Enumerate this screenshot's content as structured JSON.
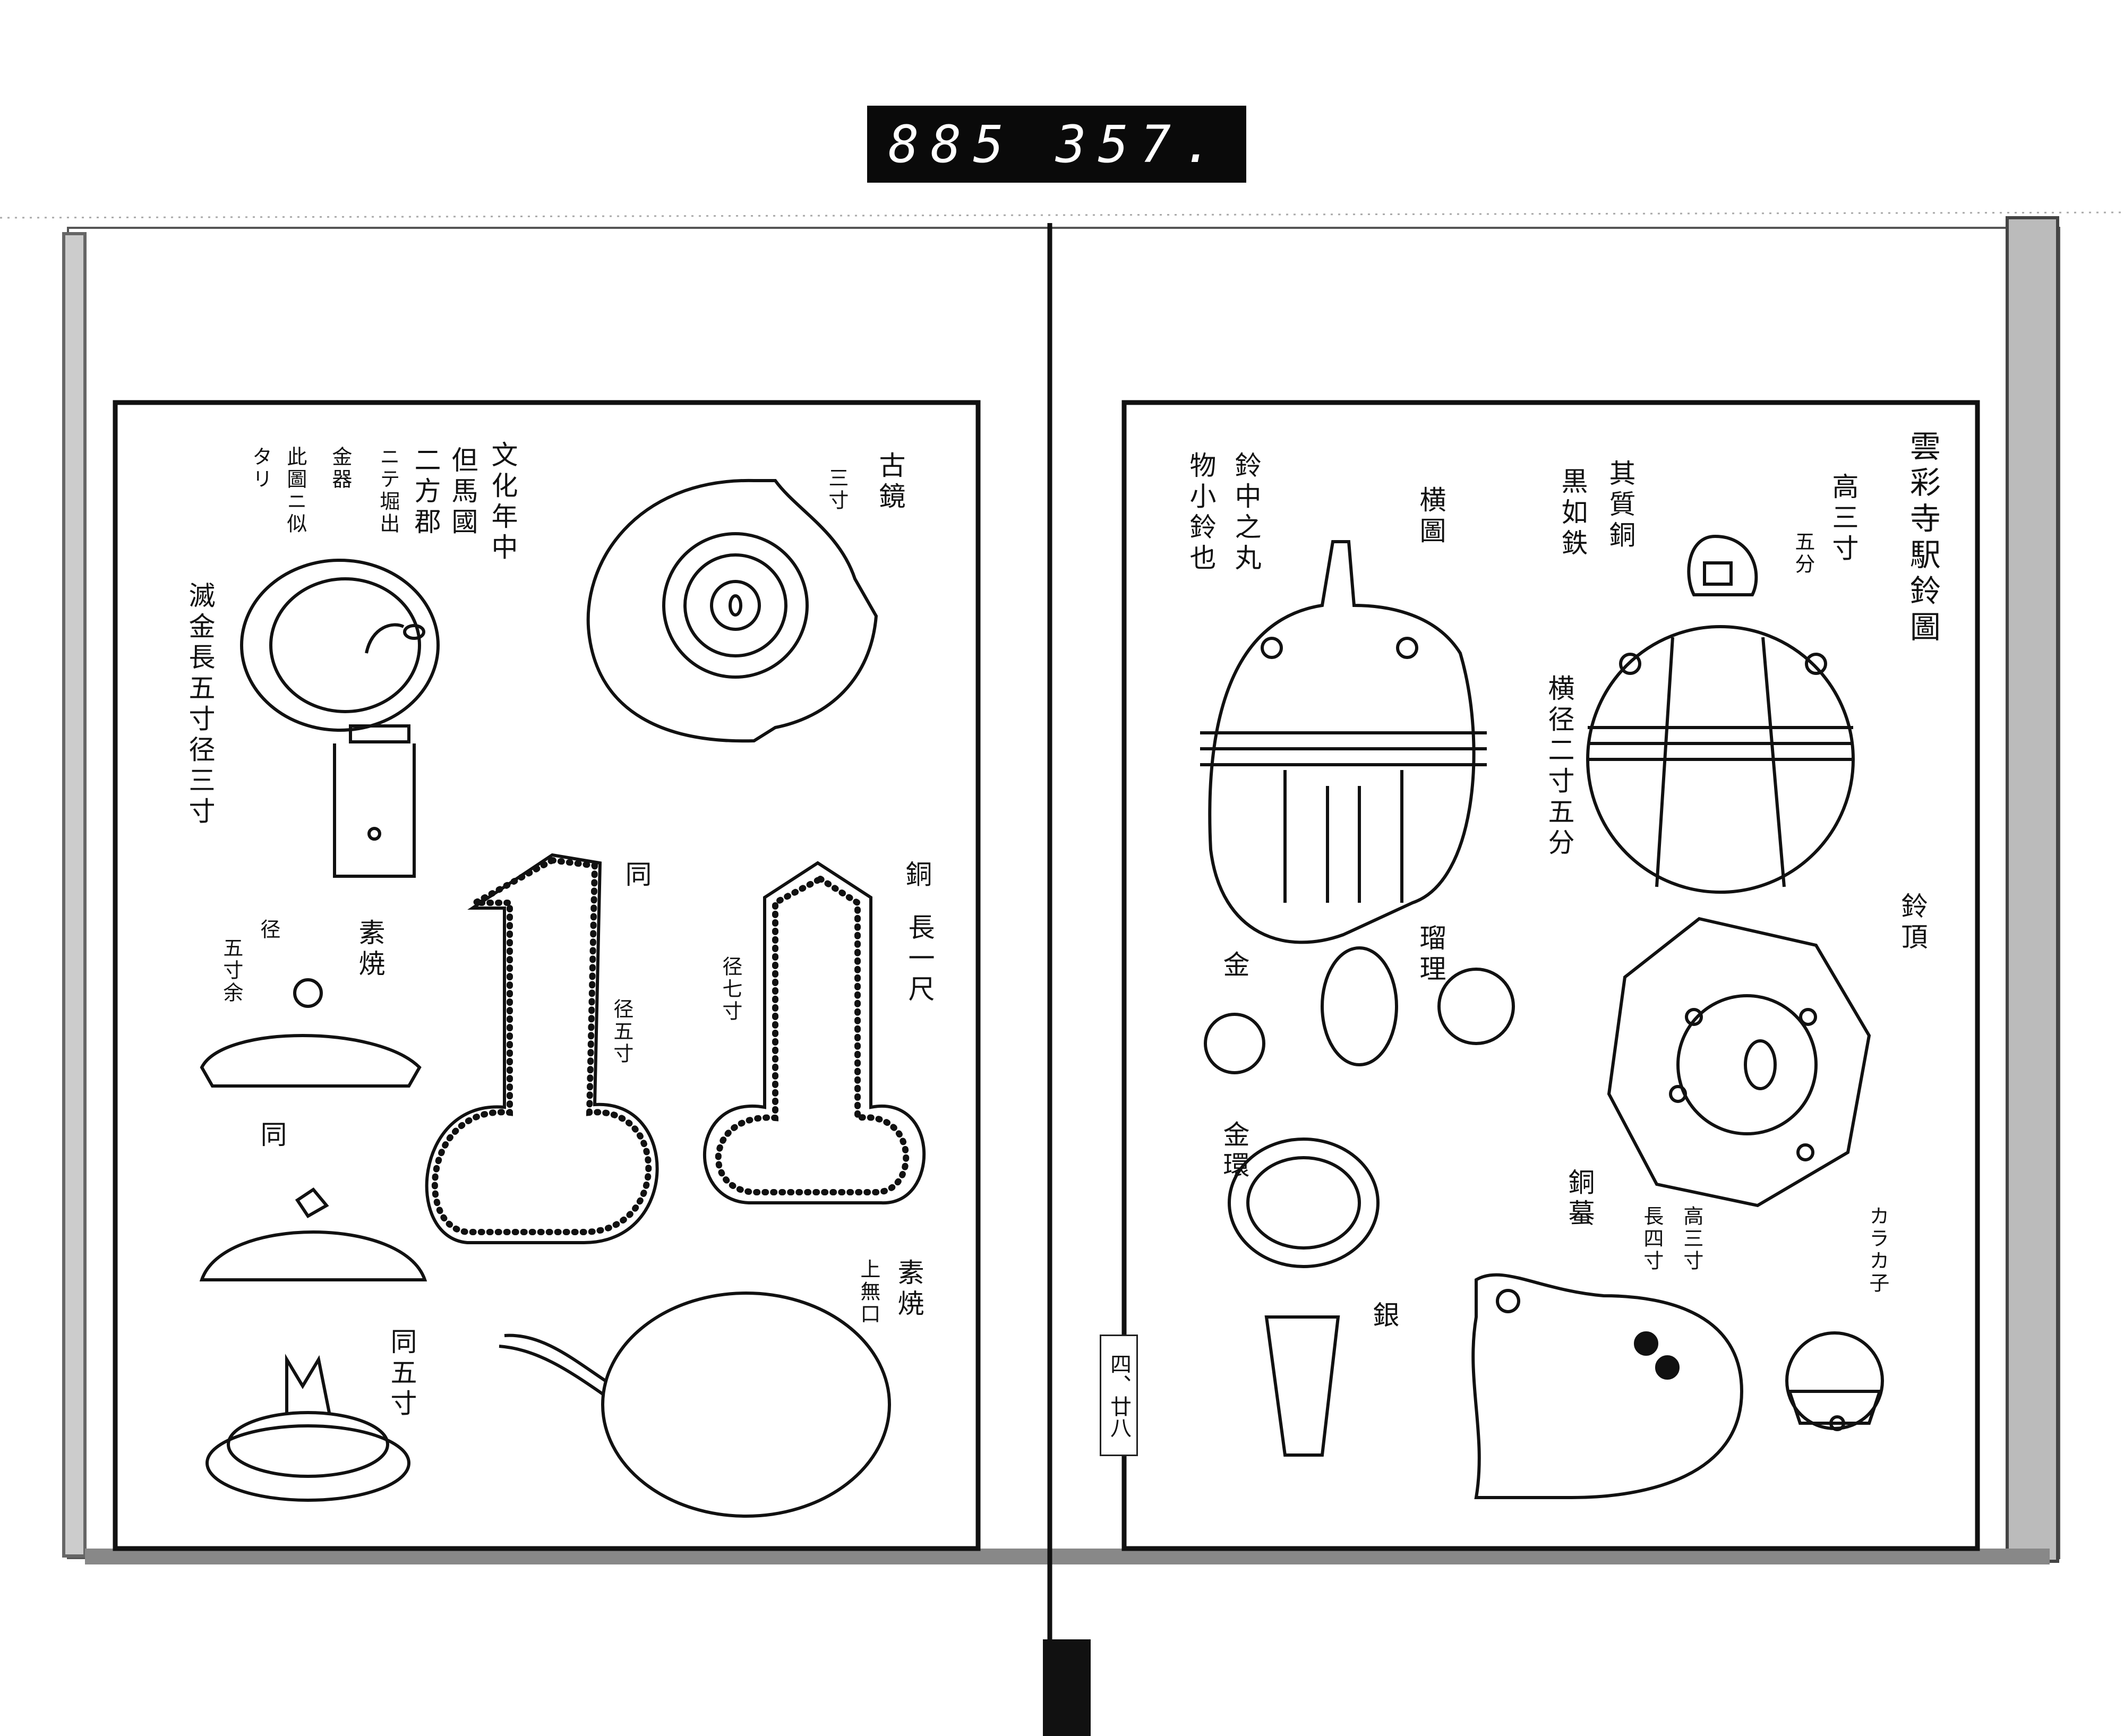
{
  "archive_label": {
    "left": "885",
    "right": "357."
  },
  "page_number": "四、廿八",
  "left_page": {
    "note": [
      "文化年中",
      "但馬國",
      "二方郡",
      "ニテ堀出",
      "金器",
      "此圖ニ似",
      "タリ"
    ],
    "mirror_title": "古鏡",
    "mirror_size": "三寸",
    "gilt_mirror": "滅金長五寸径三寸",
    "copper_label": "銅",
    "copper_length": "長一尺",
    "copper_diameter": "径七寸",
    "same_label_1": "同",
    "same_diameter": "径五寸",
    "lid_material": "素焼",
    "lid_diameter_label": "径",
    "lid_diameter": "五寸余",
    "same_label_2": "同",
    "same_five": "同五寸",
    "vessel_material": "素焼",
    "vessel_note": "上無口"
  },
  "right_page": {
    "title": "雲彩寺駅鈴圖",
    "bell_height": "高三寸",
    "bell_height_fraction": "五分",
    "material_1": "其質銅",
    "material_2": "黒如鉄",
    "side_view": "横圖",
    "inner_note_1": "鈴中之丸",
    "inner_note_2": "物小鈴也",
    "bell_width": "横径二寸五分",
    "bell_top": "鈴頂",
    "lapis": "瑠理",
    "gold": "金",
    "gold_ring": "金環",
    "toad": "銅蟇",
    "toad_height": "高三寸",
    "toad_length": "長四寸",
    "small_bell": "カラカ子",
    "silver": "銀"
  }
}
